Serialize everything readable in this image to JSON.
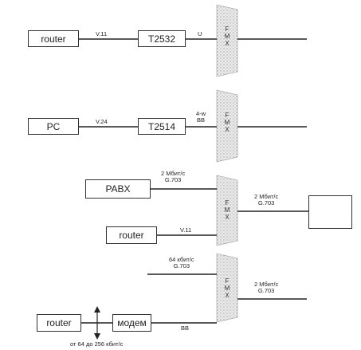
{
  "fmx_letters": [
    "F",
    "M",
    "X"
  ],
  "row1": {
    "left_box": "router",
    "link_label": "V.11",
    "terminal_box": "T2532",
    "port_label": "U"
  },
  "row2": {
    "left_box": "PC",
    "link_label": "V.24",
    "terminal_box": "T2514",
    "port_label_line1": "4-w",
    "port_label_line2": "BB"
  },
  "row3": {
    "padx_box": "PABX",
    "padx_rate": "2 Мбит/с",
    "padx_iface": "G.703",
    "router_box": "router",
    "router_link": "V.11",
    "out_rate": "2 Мбит/с",
    "out_iface": "G.703",
    "switch_icon": "cross-connect-icon"
  },
  "row4": {
    "in_rate": "64 кбит/с",
    "in_iface": "G.703",
    "out_rate": "2 Мбит/с",
    "out_iface": "G.703",
    "router_box": "router",
    "modem_box": "модем",
    "modem_link": "BB",
    "range_label": "от 64 до 256 кбит/с"
  }
}
